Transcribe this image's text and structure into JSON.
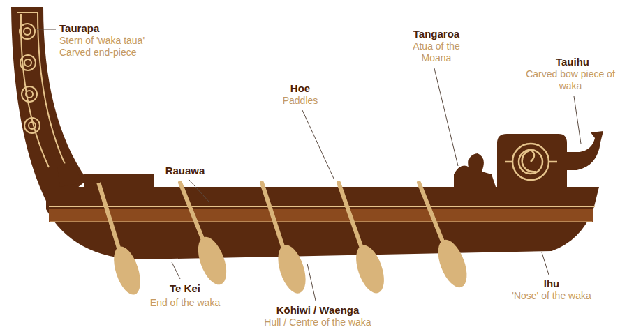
{
  "diagram": {
    "labels": [
      "Taurapa",
      "Stern of 'waka taua' Carved end-piece",
      "Rauawa",
      "Hoe",
      "Paddles",
      "Tangaroa",
      "Atua of the Moana",
      "Tauihu",
      "Carved bow piece of waka",
      "Te Kei",
      "End of the waka",
      "Kōhiwi / Waenga",
      "Hull / Centre of the waka",
      "Ihu",
      "'Nose' of the waka"
    ]
  }
}
